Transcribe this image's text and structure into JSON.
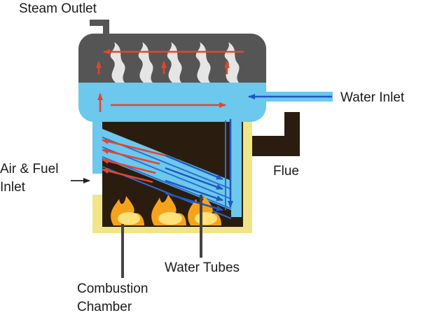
{
  "labels": {
    "steam_outlet": "Steam Outlet",
    "water_inlet": "Water Inlet",
    "flue": "Flue",
    "air_fuel_line1": "Air & Fuel",
    "air_fuel_line2": "Inlet",
    "water_tubes": "Water Tubes",
    "combustion_line1": "Combustion",
    "combustion_line2": "Chamber"
  },
  "colors": {
    "drum_steam": "#555555",
    "drum_water": "#6cc8ec",
    "chamber": "#2a1d10",
    "casing": "#f1e58a",
    "flue": "#2a1d10",
    "hot_arrow": "#e8432d",
    "cold_arrow": "#1f57c4",
    "tube_outline": "#2a6fd0",
    "steam_puff": "#f2f2f2",
    "flame_outer": "#f6a31c",
    "flame_inner": "#ffe27a",
    "pointer": "#444444"
  }
}
